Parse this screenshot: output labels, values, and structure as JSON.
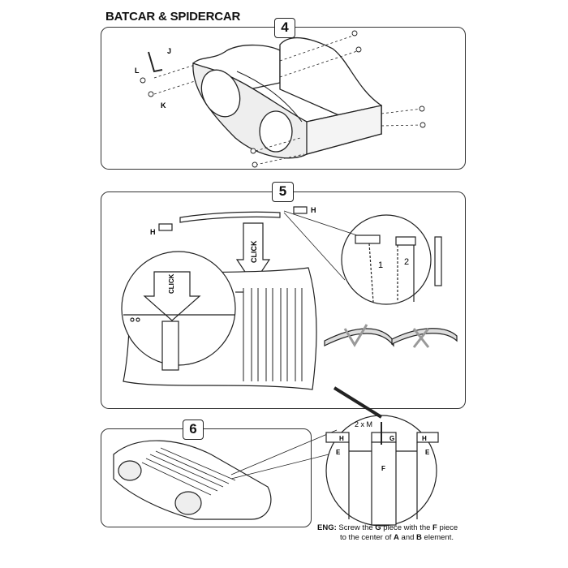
{
  "title": "BATCAR & SPIDERCAR",
  "steps": {
    "s4": {
      "number": "4",
      "labels": {
        "L": "L",
        "J": "J",
        "K": "K"
      }
    },
    "s5": {
      "number": "5",
      "click1": "CLICK",
      "click2": "CLICK",
      "H1": "H",
      "H2": "H",
      "step1": "1",
      "step2": "2"
    },
    "s6": {
      "number": "6",
      "screws": "2 x M",
      "H1": "H",
      "G": "G",
      "H2": "H",
      "E1": "E",
      "F": "F",
      "E2": "E"
    }
  },
  "note": {
    "prefix": "ENG:",
    "line1_a": "Screw the ",
    "line1_b": "G",
    "line1_c": " piece with the ",
    "line1_d": "F",
    "line1_e": " piece",
    "line2_a": "to the center of ",
    "line2_b": "A",
    "line2_c": " and ",
    "line2_d": "B",
    "line2_e": " element."
  }
}
